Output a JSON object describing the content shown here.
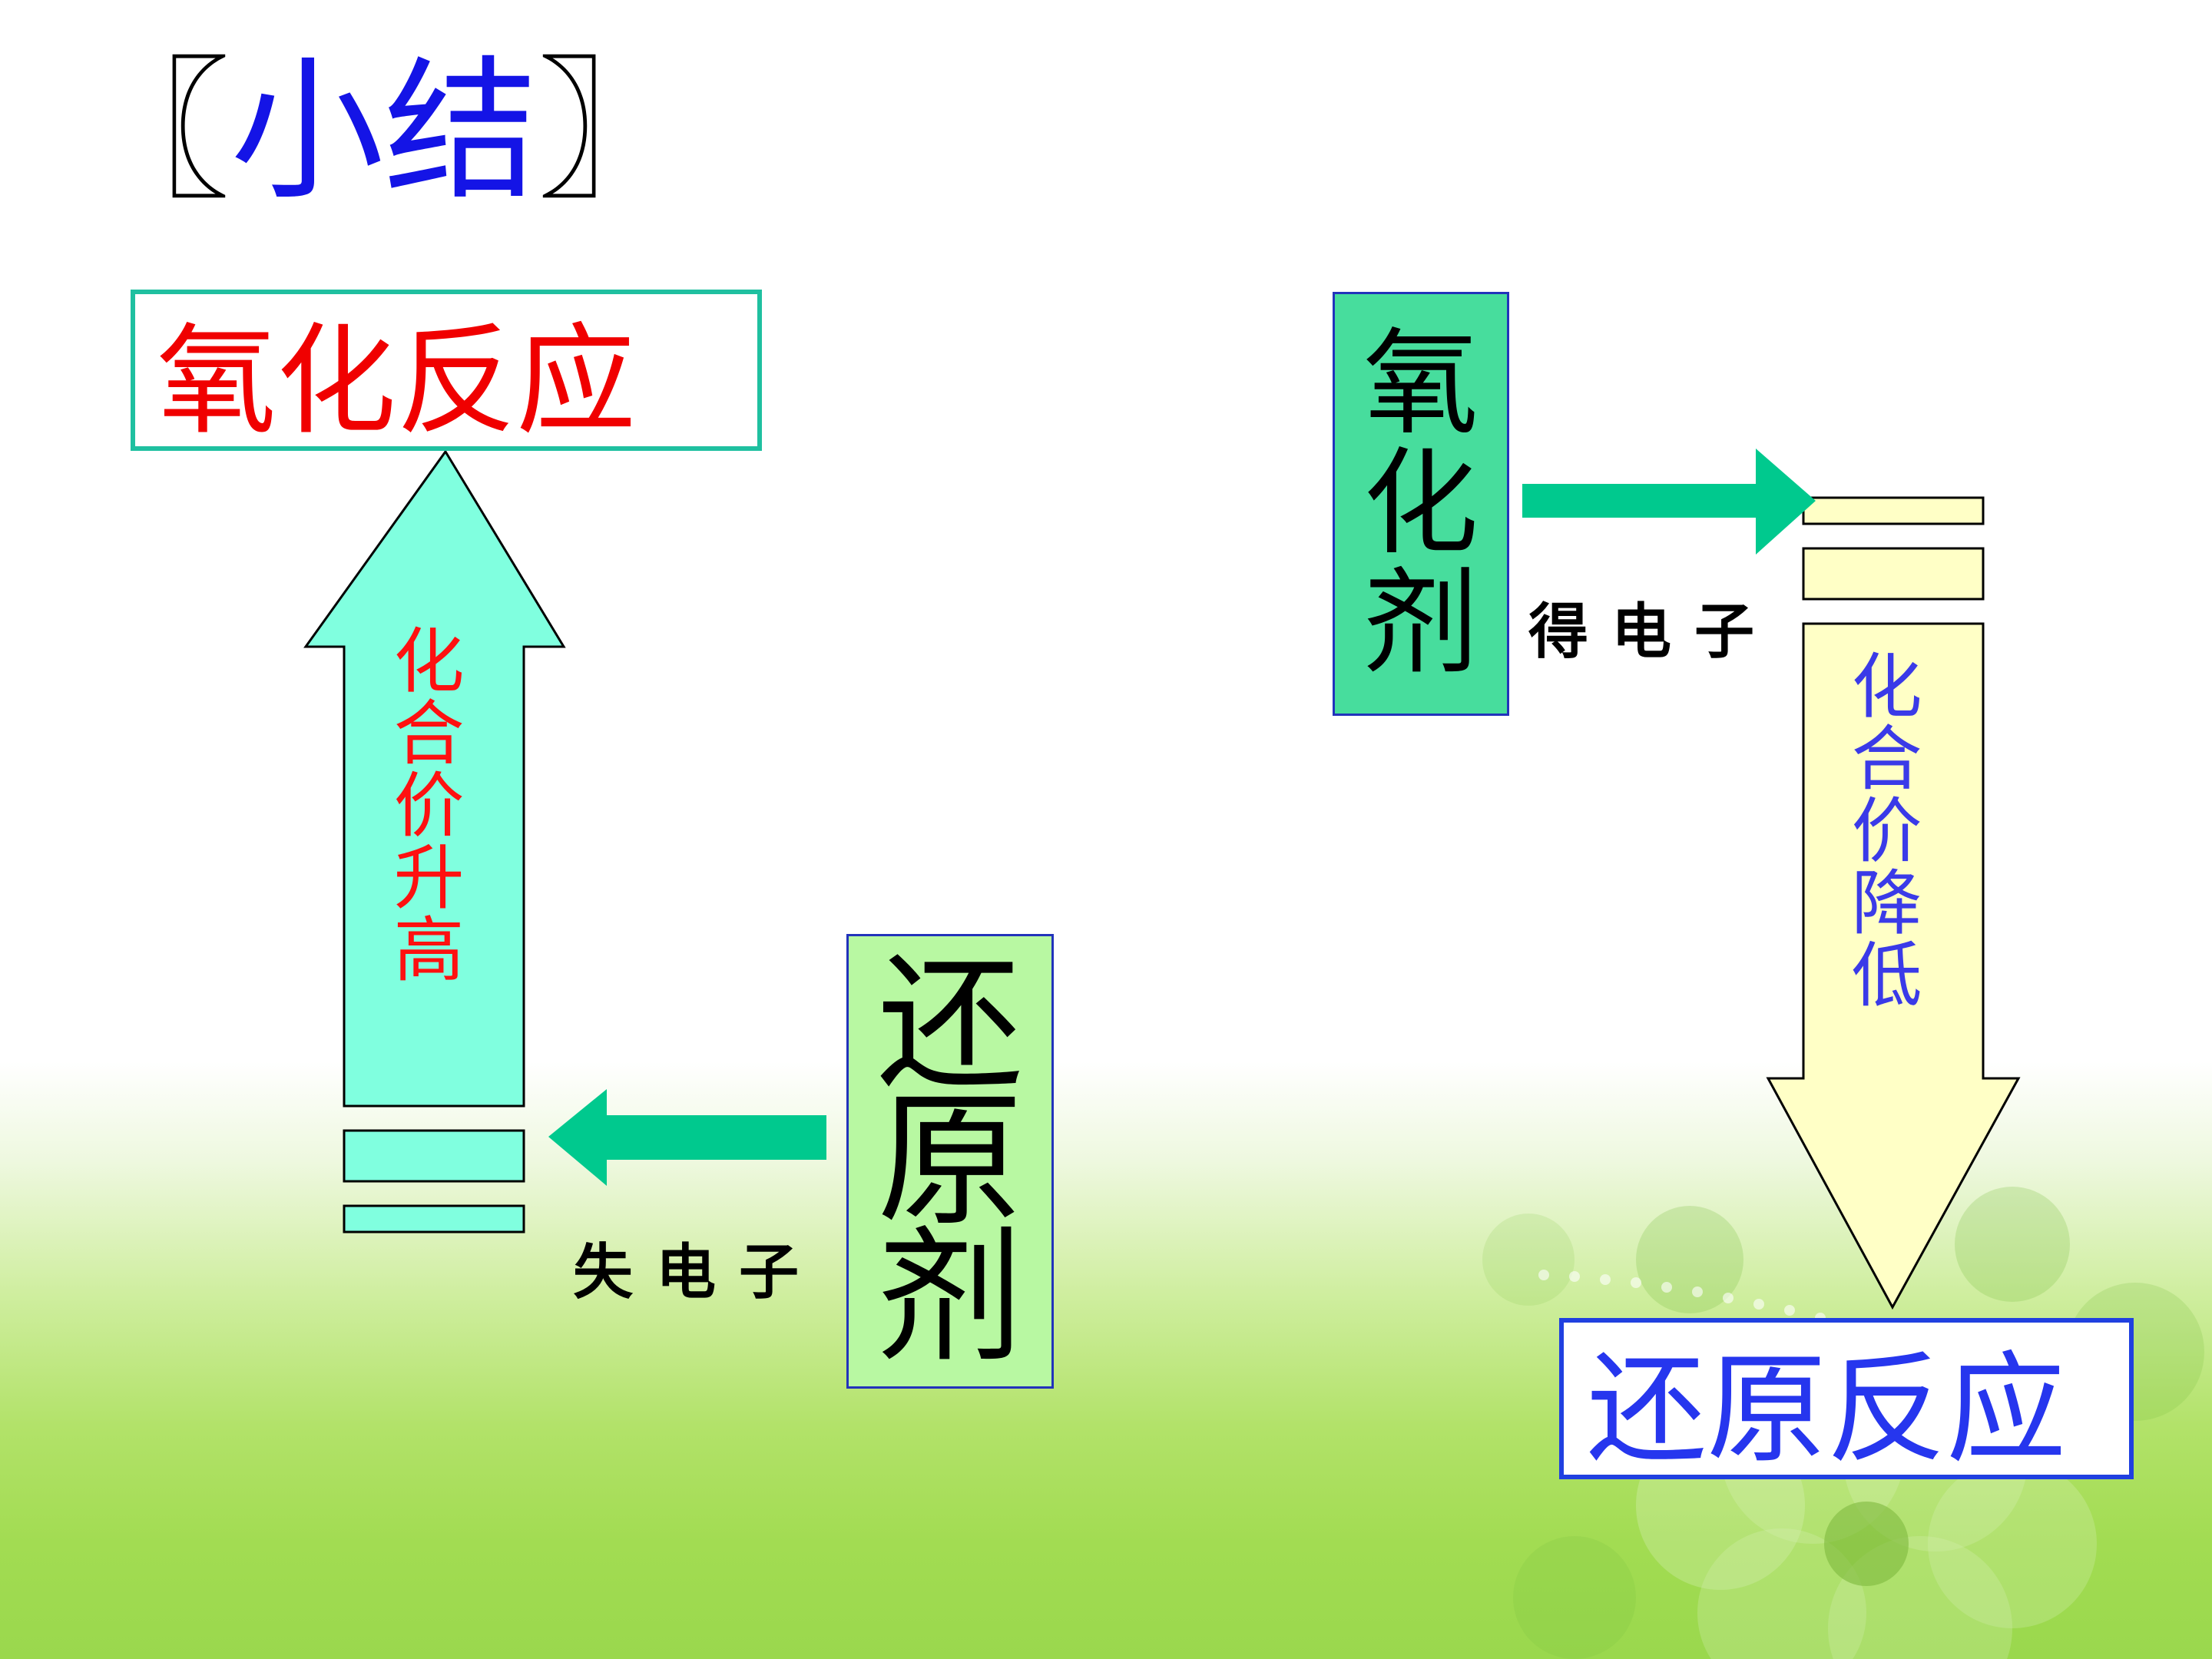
{
  "title": {
    "left_bracket": "〖",
    "text": "小结",
    "right_bracket": "〗"
  },
  "oxidation_reaction": {
    "label": "氧化反应"
  },
  "reduction_reaction": {
    "label": "还原反应"
  },
  "oxidant": {
    "label": "氧化剂",
    "chars": [
      "氧",
      "化",
      "剂"
    ]
  },
  "reductant": {
    "label": "还原剂",
    "chars": [
      "还",
      "原",
      "剂"
    ]
  },
  "valence_rise": {
    "label": "化合价升高"
  },
  "valence_fall": {
    "label": "化合价降低"
  },
  "gain_electrons": {
    "label": "得电子"
  },
  "lose_electrons": {
    "label": "失电子"
  },
  "colors": {
    "title_text": "#1414e6",
    "oxidation_text": "#f00000",
    "reduction_text": "#2636ee",
    "up_arrow_fill": "#80ffdf",
    "down_arrow_fill": "#ffffc6",
    "electron_arrow_fill": "#00c98e",
    "oxidant_fill": "#47dd9d",
    "reductant_fill": "#b8f8a2"
  }
}
